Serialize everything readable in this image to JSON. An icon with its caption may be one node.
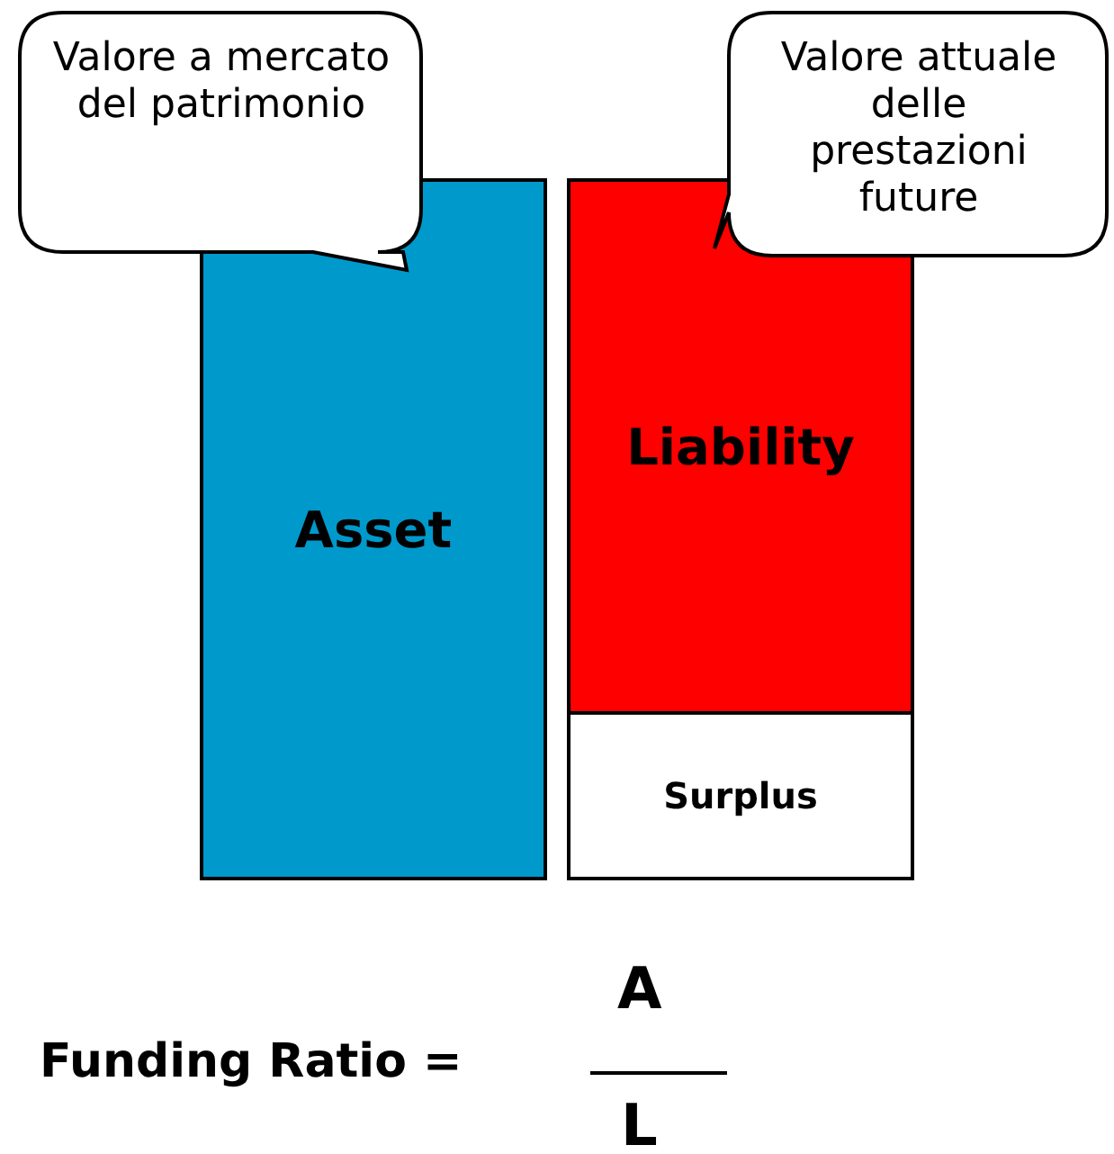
{
  "diagram": {
    "nodes": [
      {
        "text": [
          "Valore a mercato del patrimonio"
        ]
      },
      {
        "text": [
          "Valore attuale delle prestazioni future"
        ]
      },
      {
        "text": [
          "Asset"
        ]
      },
      {
        "text": [
          "Liability"
        ]
      },
      {
        "text": [
          "Surplus"
        ]
      }
    ],
    "labels": [
      "Funding Ratio =",
      "A",
      "L"
    ]
  }
}
